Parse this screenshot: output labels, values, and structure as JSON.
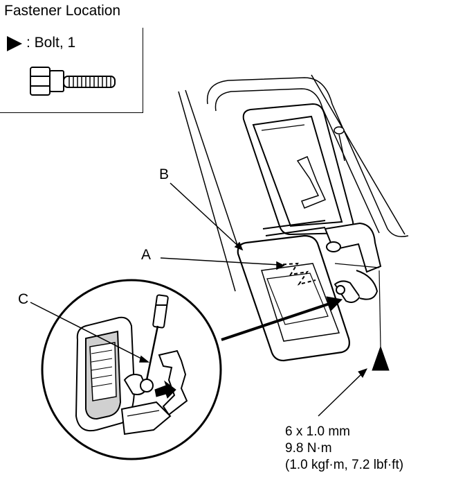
{
  "title": "Fastener Location",
  "legend": {
    "symbol": "triangle-marker-icon",
    "label": ": Bolt, 1"
  },
  "callouts": {
    "a": "A",
    "b": "B",
    "c": "C"
  },
  "spec": {
    "size": "6 x 1.0 mm",
    "torque_nm": "9.8 N·m",
    "torque_alt": "(1.0 kgf·m, 7.2 lbf·ft)"
  },
  "colors": {
    "ink": "#000000",
    "paper": "#ffffff",
    "shade": "#d0d0d0"
  }
}
